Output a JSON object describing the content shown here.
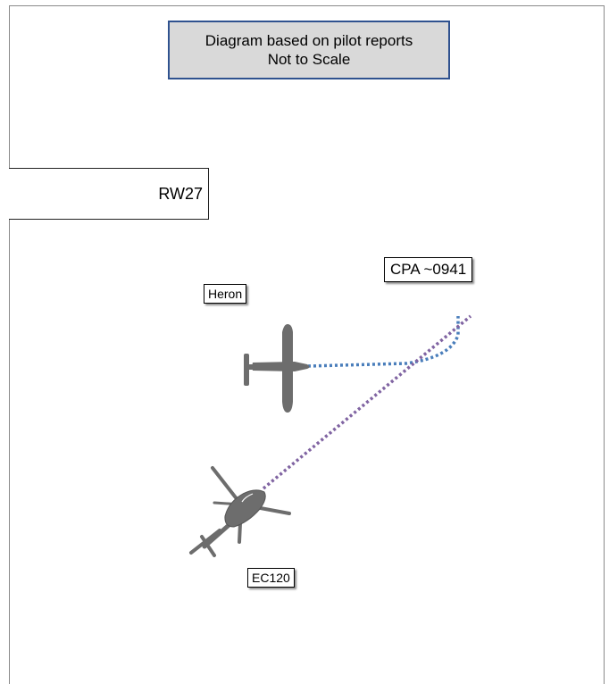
{
  "title": {
    "line1": "Diagram based on pilot reports",
    "line2": "Not to Scale"
  },
  "runway": {
    "label": "RW27"
  },
  "aircraft": [
    {
      "label": "Heron",
      "icon": "light-aircraft-icon",
      "track_color": "#4a7ebb"
    },
    {
      "label": "EC120",
      "icon": "helicopter-icon",
      "track_color": "#8064a2"
    }
  ],
  "cpa": {
    "label": "CPA ~0941"
  },
  "colors": {
    "title_fill": "#d9d9d9",
    "title_border": "#2f528f",
    "silhouette": "#6d6d6d"
  }
}
